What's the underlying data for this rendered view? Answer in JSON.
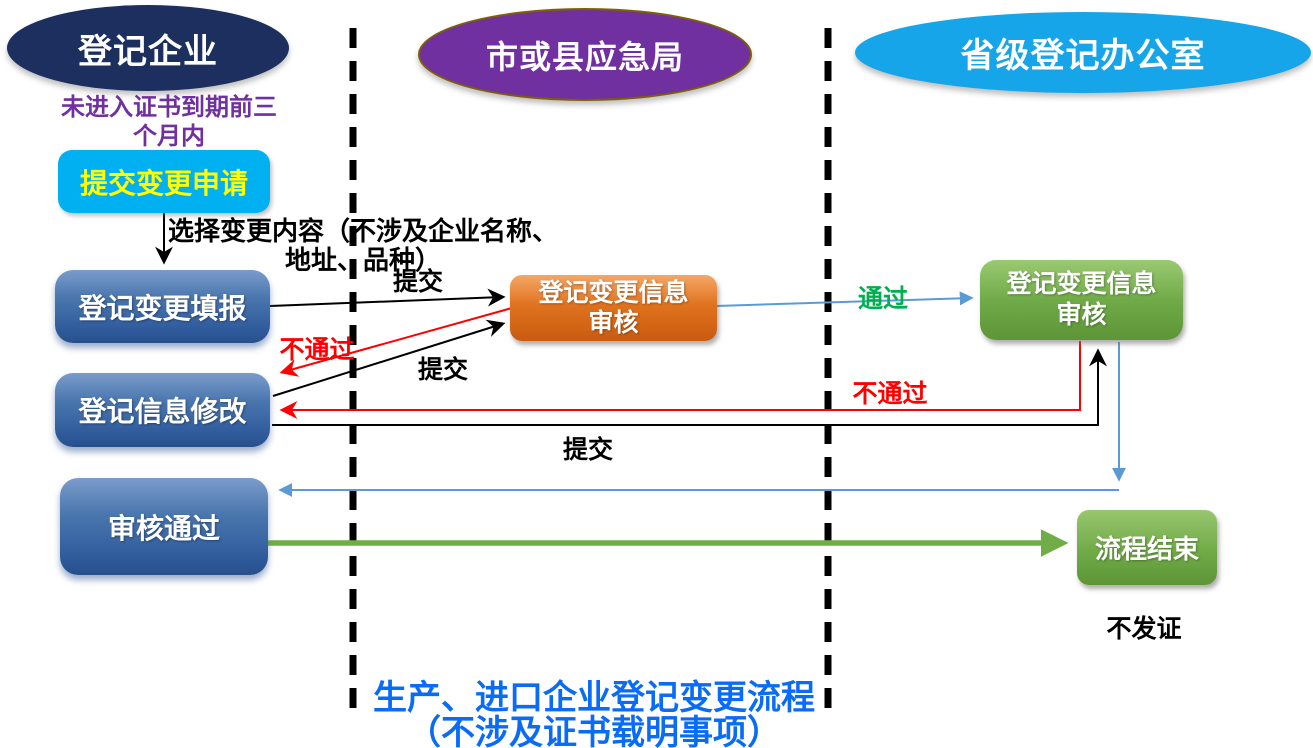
{
  "headers": {
    "enterprise": "登记企业",
    "city": "市或县应急局",
    "province": "省级登记办公室"
  },
  "caption": {
    "line1": "未进入证书到期前三",
    "line2": "个月内"
  },
  "nodes": {
    "submit_request": "提交变更申请",
    "fill_change": "登记变更填报",
    "modify_info": "登记信息修改",
    "approved": "审核通过",
    "city_review_line1": "登记变更信息",
    "city_review_line2": "审核",
    "province_review_line1": "登记变更信息",
    "province_review_line2": "审核",
    "process_end": "流程结束"
  },
  "edge_labels": {
    "select_content_line1": "选择变更内容（不涉及企业名称、",
    "select_content_line2": "地址、品种）",
    "submit1": "提交",
    "submit2": "提交",
    "submit3": "提交",
    "fail_left": "不通过",
    "fail_right": "不通过",
    "pass": "通过",
    "no_cert": "不发证"
  },
  "footer": {
    "line1": "生产、进口企业登记变更流程",
    "line2": "（不涉及证书载明事项）"
  },
  "colors": {
    "navy": "#1c2f5e",
    "purple": "#7030a0",
    "purple_border": "#7f6000",
    "cyan_ellipse": "#16a5e9",
    "cyan_box": "#00b0f0",
    "yellow_text": "#ffff00",
    "blue_box": "#2f5b9c",
    "orange_box": "#e0731f",
    "green_box": "#71ab48",
    "black": "#000000",
    "red": "#ff0000",
    "connector_blue": "#5b9bd5",
    "connector_green": "#70ad47",
    "pass_green": "#00b050",
    "footer_blue": "#0a6bf5"
  }
}
